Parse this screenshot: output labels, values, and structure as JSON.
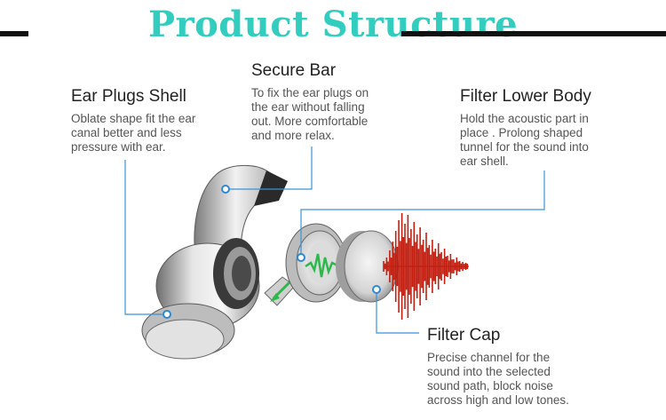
{
  "title": "Product Structure",
  "colors": {
    "title": "#32CDBF",
    "leader": "#3a93d8",
    "dot": "#2f88d4",
    "shell": "#d9d9d9",
    "filter_green": "#2db84b",
    "wave_red": "#c21f10"
  },
  "parts": {
    "shell": {
      "heading": "Ear Plugs Shell",
      "lines": [
        "Oblate shape fit the ear",
        "canal better and less",
        "pressure with ear."
      ]
    },
    "secure_bar": {
      "heading": "Secure Bar",
      "lines": [
        "To fix the ear plugs on",
        "the ear without falling",
        "out. More comfortable",
        "and more relax."
      ]
    },
    "filter_lower": {
      "heading": "Filter Lower Body",
      "lines": [
        "Hold the acoustic part in",
        "place . Prolong shaped",
        "tunnel for the sound into",
        "ear shell."
      ]
    },
    "filter_cap": {
      "heading": "Filter Cap",
      "lines": [
        "Precise channel for the",
        "sound into the selected",
        "sound path, block noise",
        "across high and low tones."
      ]
    }
  }
}
